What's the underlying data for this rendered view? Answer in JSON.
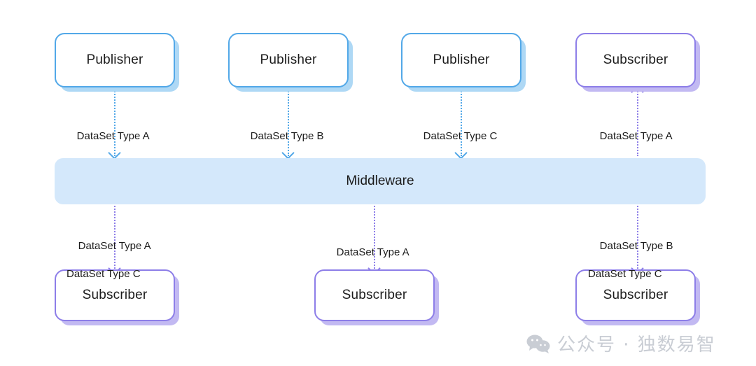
{
  "diagram": {
    "title": "Publish-Subscribe Middleware Data Flow",
    "colors": {
      "publisher_border": "#52A8E8",
      "publisher_shadow": "#AED8F5",
      "subscriber_border": "#8D7EE8",
      "subscriber_shadow": "#C2B9F2",
      "middleware_fill": "#D4E8FB",
      "publisher_line": "#52A8E8",
      "subscriber_line": "#8D7EE8",
      "background": "#FFFFFF",
      "watermark": "#C9CDD4"
    },
    "middleware": {
      "label": "Middleware"
    },
    "top_nodes": [
      {
        "label": "Publisher",
        "kind": "publisher"
      },
      {
        "label": "Publisher",
        "kind": "publisher"
      },
      {
        "label": "Publisher",
        "kind": "publisher"
      },
      {
        "label": "Subscriber",
        "kind": "subscriber"
      }
    ],
    "bottom_nodes": [
      {
        "label": "Subscriber",
        "kind": "subscriber"
      },
      {
        "label": "Subscriber",
        "kind": "subscriber"
      },
      {
        "label": "Subscriber",
        "kind": "subscriber"
      }
    ],
    "top_edge_labels": [
      {
        "line1": "DataSet Type A",
        "line2": ""
      },
      {
        "line1": "DataSet Type B",
        "line2": ""
      },
      {
        "line1": "DataSet Type C",
        "line2": ""
      },
      {
        "line1": "DataSet Type A",
        "line2": ""
      }
    ],
    "bottom_edge_labels": [
      {
        "line1": "DataSet Type A",
        "line2": "DataSet Type C"
      },
      {
        "line1": "DataSet Type A",
        "line2": ""
      },
      {
        "line1": "DataSet Type B",
        "line2": "DataSet Type C"
      }
    ],
    "edge_directions": {
      "top": [
        "down",
        "down",
        "down",
        "up"
      ],
      "bottom": [
        "down",
        "down",
        "down"
      ]
    }
  },
  "watermark": {
    "icon": "wechat-icon",
    "text": "公众号 · 独数易智"
  }
}
